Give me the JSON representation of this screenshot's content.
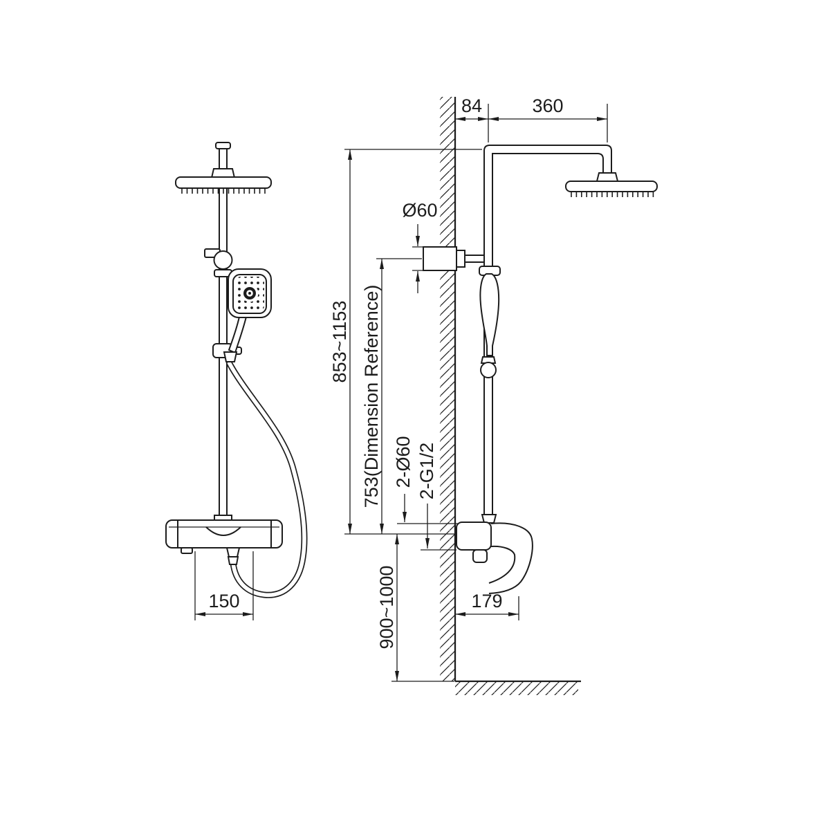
{
  "drawing": {
    "background_color": "#ffffff",
    "line_color": "#1c1c1c",
    "front_view": {
      "dim_spout_to_outlet": "150"
    },
    "side_view": {
      "dim_wall_offset": "84",
      "dim_arm_reach": "360",
      "dim_head_union_diameter": "Ø60",
      "dim_column_range": "853~1153",
      "dim_reference": "753(Dimension Reference)",
      "dim_inlet_escutcheon": "2-Ø60",
      "dim_inlet_thread": "2-G1/2",
      "dim_mount_height": "900~1000",
      "dim_spout_reach": "179"
    }
  }
}
